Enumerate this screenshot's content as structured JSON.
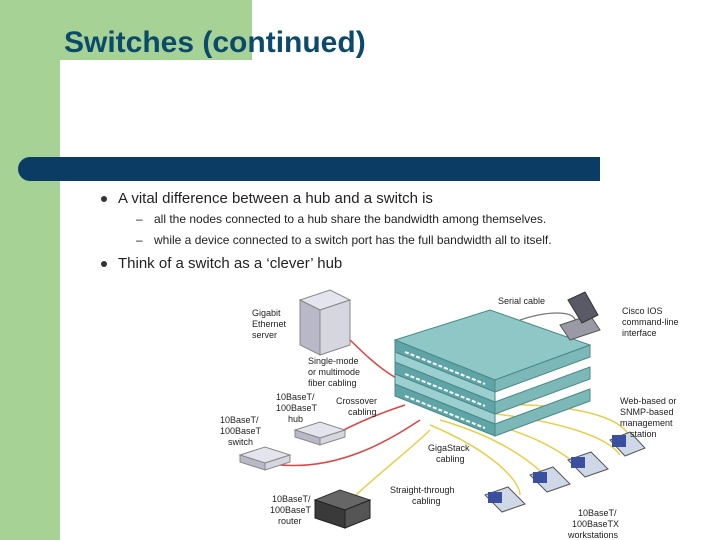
{
  "slide": {
    "title": "Switches (continued)",
    "bullets": [
      {
        "text": "A vital difference between a hub and a switch is",
        "subs": [
          "all the nodes connected to a hub share the bandwidth among themselves.",
          " while a device connected to a switch port has the full bandwidth all to itself."
        ]
      },
      {
        "text": "Think of a switch as a ‘clever’ hub"
      }
    ]
  },
  "diagram": {
    "labels": {
      "gigabit": [
        "Gigabit",
        "Ethernet",
        "server"
      ],
      "serial": [
        "Serial cable"
      ],
      "cisco": [
        "Cisco IOS",
        "command-line",
        "interface"
      ],
      "singlemode": [
        "Single-mode",
        "or multimode",
        "fiber cabling"
      ],
      "hub": [
        "10BaseT/",
        "100BaseT",
        "hub"
      ],
      "crossover": [
        "Crossover",
        "cabling"
      ],
      "switch": [
        "10BaseT/",
        "100BaseT",
        "switch"
      ],
      "webbased": [
        "Web-based or",
        "SNMP-based",
        "management",
        "station"
      ],
      "gigastack": [
        "GigaStack",
        "cabling"
      ],
      "router": [
        "10BaseT/",
        "100BaseT",
        "router"
      ],
      "straight": [
        "Straight-through",
        "cabling"
      ],
      "workstations": [
        "10BaseT/",
        "100BaseTX",
        "workstations"
      ]
    }
  }
}
